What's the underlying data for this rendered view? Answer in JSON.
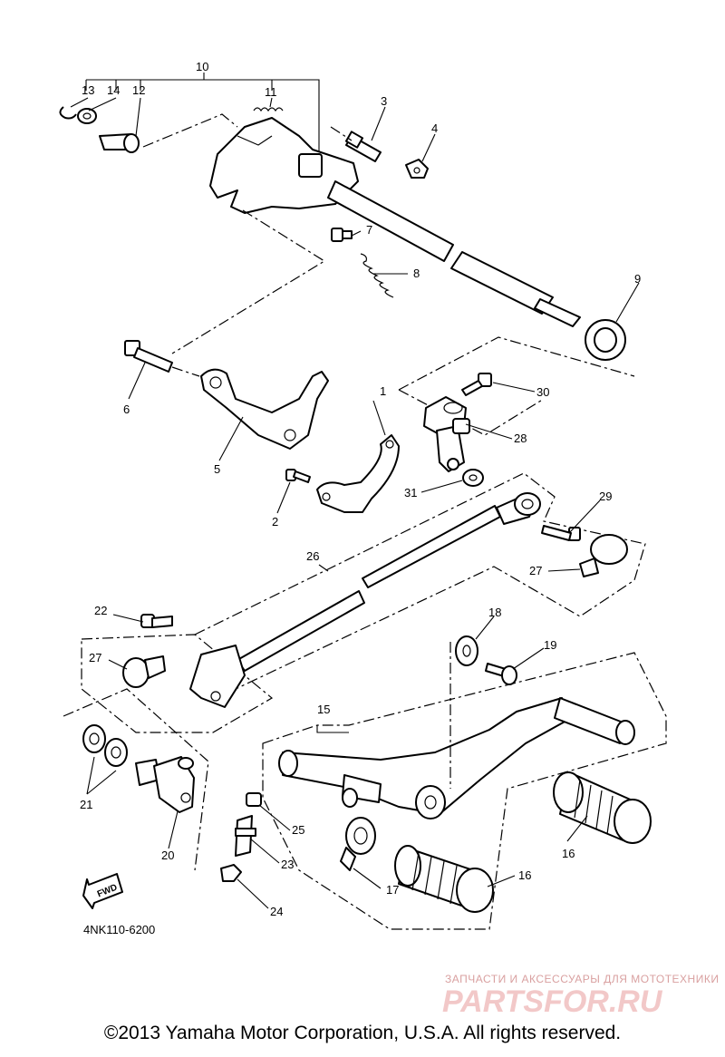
{
  "diagram": {
    "part_code": "4NK110-6200",
    "fwd_label": "FWD",
    "callouts": [
      "1",
      "2",
      "3",
      "4",
      "5",
      "6",
      "7",
      "8",
      "9",
      "10",
      "11",
      "12",
      "13",
      "14",
      "15",
      "16",
      "16",
      "17",
      "18",
      "19",
      "20",
      "21",
      "22",
      "23",
      "24",
      "25",
      "26",
      "27",
      "27",
      "28",
      "29",
      "30",
      "31"
    ]
  },
  "watermark": {
    "line1": "ЗАПЧАСТИ И АКСЕССУАРЫ ДЛЯ МОТОТЕХНИКИ",
    "line2": "PARTSFOR.RU"
  },
  "footer": {
    "copyright": "©2013 Yamaha Motor Corporation, U.S.A. All rights reserved."
  }
}
